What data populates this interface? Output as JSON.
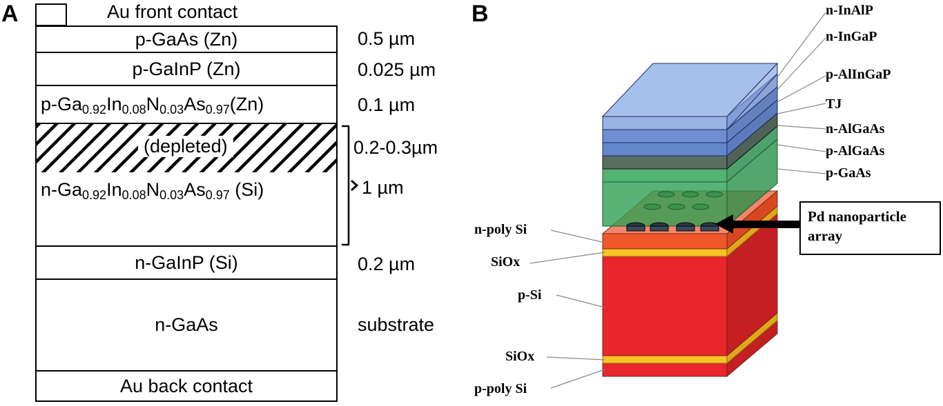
{
  "panel_a": {
    "letter": "A",
    "front_contact": "Au front contact",
    "layers": [
      {
        "name": "p-GaAs (Zn)",
        "thickness": "0.5 µm"
      },
      {
        "name": "p-GaInP (Zn)",
        "thickness": "0.025 µm"
      },
      {
        "name_parts": [
          "p-Ga",
          "0.92",
          "In",
          "0.08",
          "N",
          "0.03",
          "As",
          "0.97",
          "(Zn)"
        ],
        "thickness": "0.1 µm"
      },
      {
        "name": "(depleted)",
        "thickness": "0.2-0.3µm"
      },
      {
        "name_parts": [
          "n-Ga",
          "0.92",
          "In",
          "0.08",
          "N",
          "0.03",
          "As",
          "0.97",
          " (Si)"
        ],
        "thickness": "1 µm"
      },
      {
        "name": "n-GaInP (Si)",
        "thickness": "0.2 µm"
      },
      {
        "name": "n-GaAs",
        "thickness": "substrate"
      }
    ],
    "back_contact": "Au back contact"
  },
  "panel_b": {
    "letter": "B",
    "right_labels": [
      "n-InAlP",
      "n-InGaP",
      "p-AlInGaP",
      "TJ",
      "n-AlGaAs",
      "p-AlGaAs",
      "p-GaAs"
    ],
    "left_labels": [
      "n-poly Si",
      "SiOx",
      "p-Si",
      "SiOx",
      "p-poly Si"
    ],
    "callout": [
      "Pd nanoparticle",
      "array"
    ],
    "colors": {
      "iii_v_blue": "#4a72c4",
      "tunnel_junction": "#2e4a3a",
      "algaas_green": "#2fa055",
      "poly_si_orange": "#f0582a",
      "siox_yellow": "#f7c325",
      "p_si_red": "#e8262b"
    }
  }
}
